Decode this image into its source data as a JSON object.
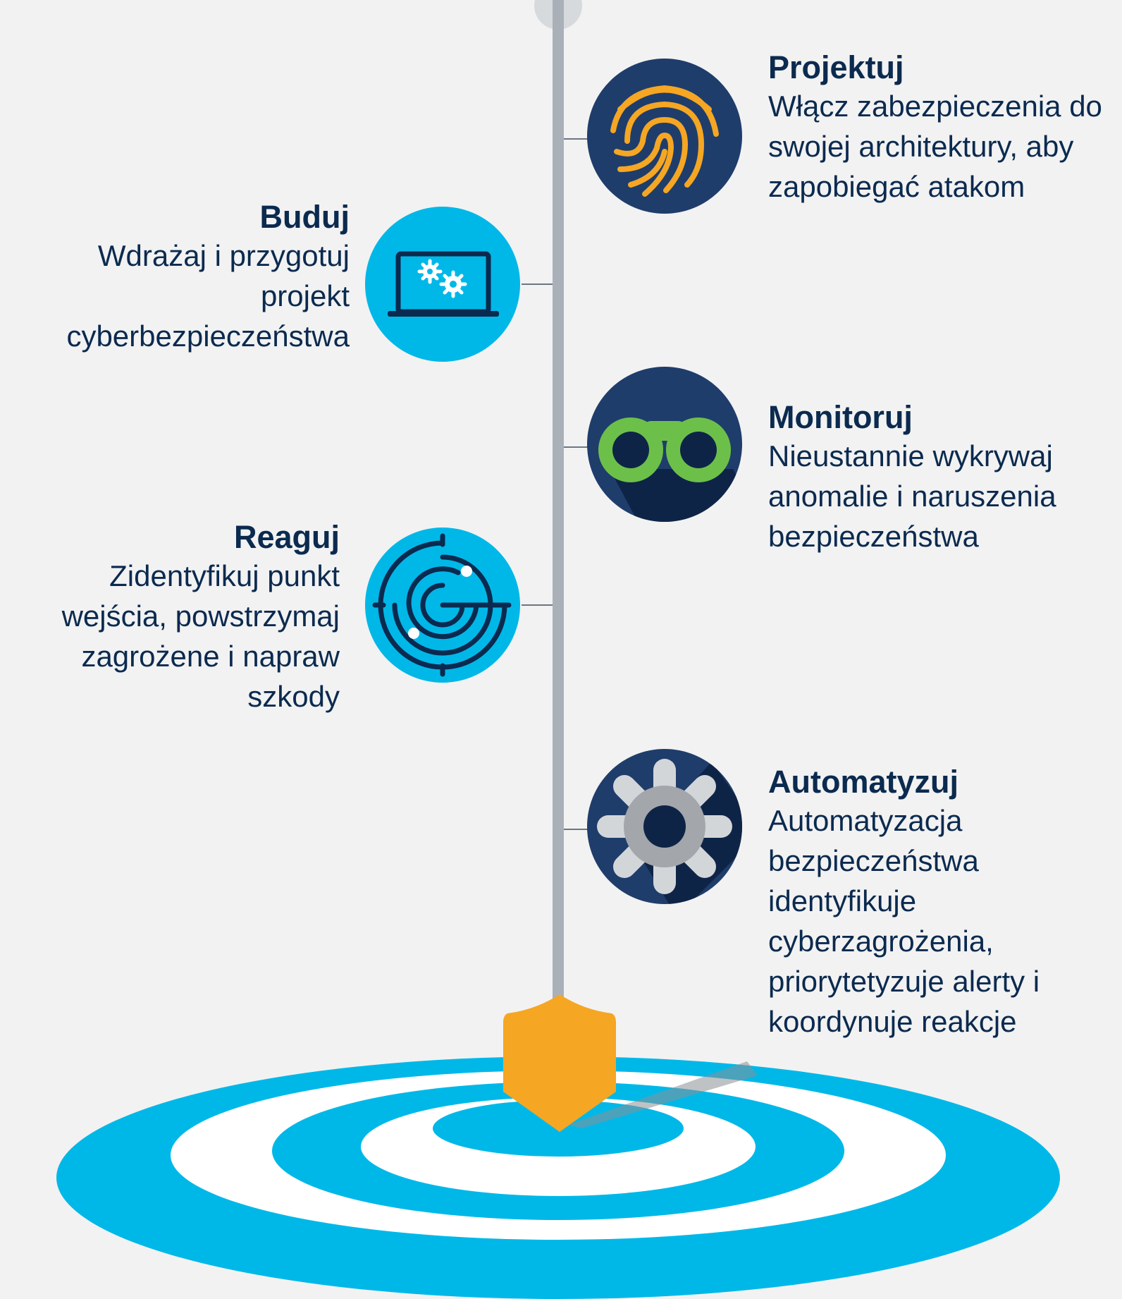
{
  "steps": [
    {
      "id": "design",
      "title": "Projektuj",
      "description": "Włącz zabezpieczenia do swojej architektury, aby zapobiegać atakom",
      "icon": "fingerprint-icon"
    },
    {
      "id": "build",
      "title": "Buduj",
      "description": "Wdrażaj i przygotuj projekt cyberbezpieczeństwa",
      "icon": "laptop-gears-icon"
    },
    {
      "id": "monitor",
      "title": "Monitoruj",
      "description": "Nieustannie wykrywaj anomalie i naruszenia bezpieczeństwa",
      "icon": "binoculars-icon"
    },
    {
      "id": "respond",
      "title": "Reaguj",
      "description": "Zidentyfikuj punkt wejścia, powstrzymaj zagrożene i napraw szkody",
      "icon": "radar-icon"
    },
    {
      "id": "automate",
      "title": "Automatyzuj",
      "description": "Automatyzacja bezpieczeństwa identyfikuje cyberzagrożenia, priorytetyzuje alerty i koordynuje reakcje",
      "icon": "gear-icon"
    }
  ],
  "colors": {
    "background": "#f2f2f2",
    "navy": "#0b2a4f",
    "dark_circle": "#1f3d6b",
    "light_blue": "#00b8e8",
    "orange": "#f5a623",
    "green": "#6cc04a",
    "timeline": "#a9b0b8"
  }
}
